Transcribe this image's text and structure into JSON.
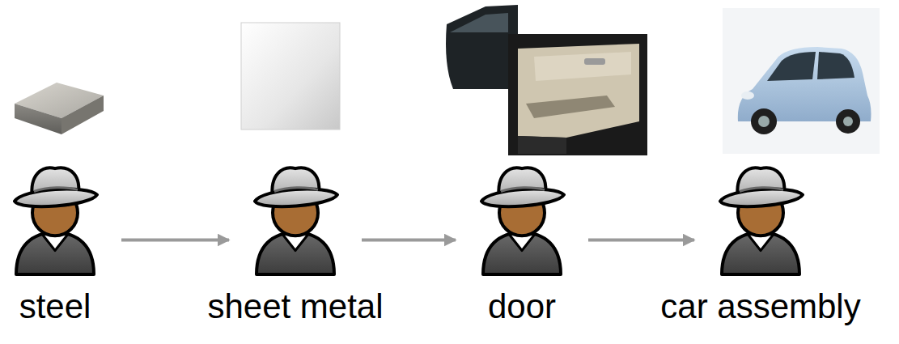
{
  "diagram": {
    "nodes": [
      {
        "text": [
          "steel"
        ]
      },
      {
        "text": [
          "sheet metal"
        ]
      },
      {
        "text": [
          "door"
        ]
      },
      {
        "text": [
          "car assembly"
        ]
      }
    ],
    "edges": [
      {
        "from": 0,
        "to": 1,
        "arrow": "to"
      },
      {
        "from": 1,
        "to": 2,
        "arrow": "to"
      },
      {
        "from": 2,
        "to": 3,
        "arrow": "to"
      }
    ]
  }
}
